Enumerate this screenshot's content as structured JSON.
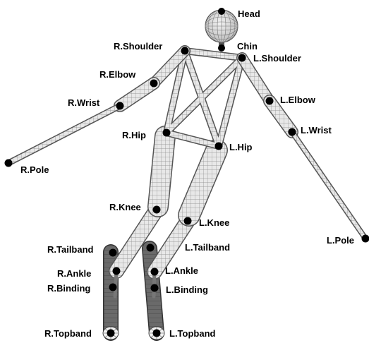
{
  "diagram": {
    "labels": {
      "head": "Head",
      "chin": "Chin",
      "r_shoulder": "R.Shoulder",
      "l_shoulder": "L.Shoulder",
      "r_elbow": "R.Elbow",
      "l_elbow": "L.Elbow",
      "r_wrist": "R.Wrist",
      "l_wrist": "L.Wrist",
      "r_hip": "R.Hip",
      "l_hip": "L.Hip",
      "r_pole": "R.Pole",
      "l_pole": "L.Pole",
      "r_knee": "R.Knee",
      "l_knee": "L.Knee",
      "r_tailband": "R.Tailband",
      "l_tailband": "L.Tailband",
      "r_ankle": "R.Ankle",
      "l_ankle": "L.Ankle",
      "r_binding": "R.Binding",
      "l_binding": "L.Binding",
      "r_topband": "R.Topband",
      "l_topband": "L.Topband"
    },
    "colors": {
      "background": "#ffffff",
      "limb_fill": "#e6e6e6",
      "limb_stroke": "#555555",
      "ski_fill": "#666666",
      "marker": "#000000"
    }
  }
}
